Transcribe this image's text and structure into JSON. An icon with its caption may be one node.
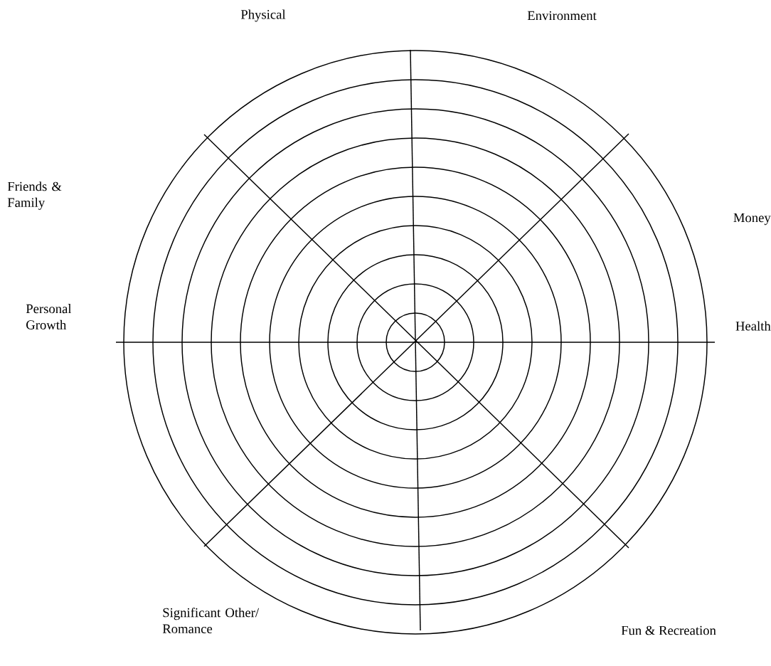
{
  "diagram": {
    "labels": [
      "Physical",
      "Environment",
      "Friends & Family",
      "Money",
      "Personal Growth",
      "Health",
      "Significant Other/ Romance",
      "Fun & Recreation"
    ]
  }
}
